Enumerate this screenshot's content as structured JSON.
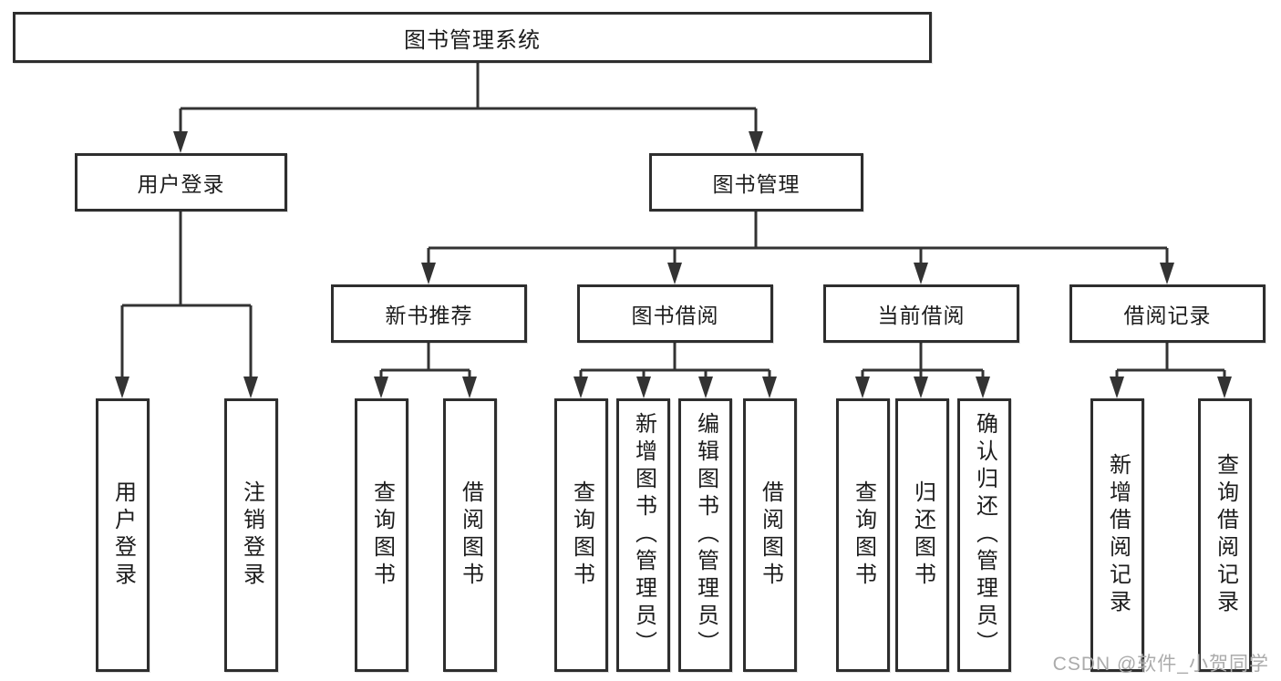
{
  "diagram": {
    "root": {
      "label": "图书管理系统"
    },
    "level1": [
      {
        "label": "用户登录"
      },
      {
        "label": "图书管理"
      }
    ],
    "level2": [
      {
        "label": "新书推荐"
      },
      {
        "label": "图书借阅"
      },
      {
        "label": "当前借阅"
      },
      {
        "label": "借阅记录"
      }
    ],
    "leaves": {
      "login": [
        "用户登录",
        "注销登录"
      ],
      "newbook": [
        "查询图书",
        "借阅图书"
      ],
      "borrow": [
        "查询图书",
        "新增图书（管理员）",
        "编辑图书（管理员）",
        "借阅图书"
      ],
      "current": [
        "查询图书",
        "归还图书",
        "确认归还（管理员）"
      ],
      "records": [
        "新增借阅记录",
        "查询借阅记录"
      ]
    }
  },
  "watermark": {
    "text": "CSDN @软件_小贺同学"
  },
  "colors": {
    "line": "#333333",
    "border": "#2e2e2e",
    "text": "#1c1c1c",
    "watermark": "#ababab",
    "background": "#ffffff"
  }
}
